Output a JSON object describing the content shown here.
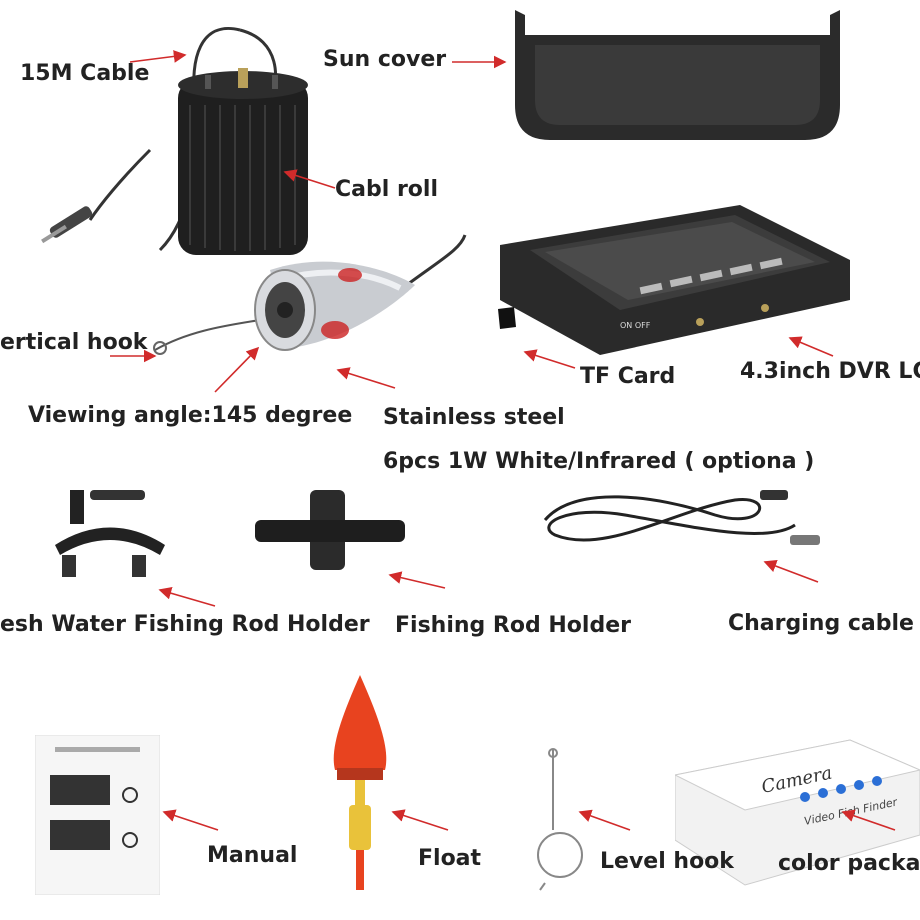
{
  "labels": {
    "cable": "15M Cable",
    "sun_cover": "Sun cover",
    "cable_roll": "Cabl roll",
    "vertical_hook": "ertical hook",
    "tf_card": "TF Card",
    "dvr": "4.3inch DVR LC",
    "viewing_angle": "Viewing angle:145 degree",
    "stainless": "Stainless steel",
    "leds": "6pcs 1W White/Infrared ( optiona )",
    "fresh_holder": "esh Water Fishing Rod Holder",
    "rod_holder": "Fishing Rod Holder",
    "charging_cable": "Charging cable",
    "manual": "Manual",
    "float": "Float",
    "level_hook": "Level hook",
    "color_package": "color packa"
  },
  "box_print": {
    "brand": "Camera",
    "subtitle": "Video Fish Finder"
  },
  "monitor_print": {
    "power": "ON OFF"
  },
  "colors": {
    "arrow": "#d12b2b",
    "text": "#222222",
    "float_body": "#e8431f",
    "float_stem": "#e9c23a"
  }
}
